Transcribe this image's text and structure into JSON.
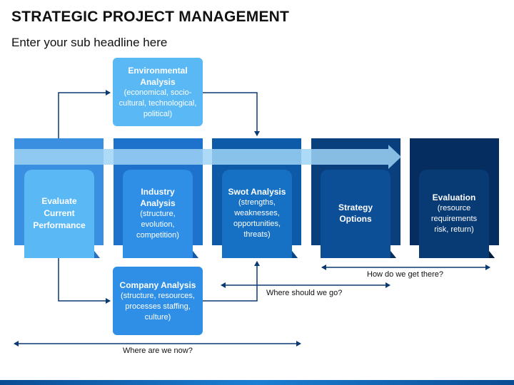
{
  "title": "STRATEGIC PROJECT MANAGEMENT",
  "subtitle": "Enter your sub headline here",
  "env_box": {
    "title": "Environmental Analysis",
    "body": "(economical, socio-cultural, technological, political)"
  },
  "company_box": {
    "title": "Company Analysis",
    "body": "(structure, resources, processes staffing, culture)"
  },
  "steps": [
    {
      "title": "Evaluate Current Performance",
      "body": ""
    },
    {
      "title": "Industry Analysis",
      "body": "(structure, evolution, competition)"
    },
    {
      "title": "Swot Analysis",
      "body": "(strengths, weaknesses, opportunities, threats)"
    },
    {
      "title": "Strategy Options",
      "body": ""
    },
    {
      "title": "Evaluation",
      "body": "(resource requirements risk, return)"
    }
  ],
  "labels": {
    "how": "How do we get there?",
    "where_go": "Where should we go?",
    "where_now": "Where are we now?"
  },
  "colors": {
    "step_outer": [
      "#3a8fe0",
      "#1f72cc",
      "#0d5aa8",
      "#0a3f7e",
      "#062d5f"
    ],
    "step_inner": [
      "#5ab8f5",
      "#2f8fe6",
      "#1670c4",
      "#0d4f97",
      "#083a74"
    ],
    "env_box": "#5ab8f5",
    "company_box": "#2f8fe6",
    "arrow_band": "#9fd3f5",
    "line": "#0b3a73"
  }
}
